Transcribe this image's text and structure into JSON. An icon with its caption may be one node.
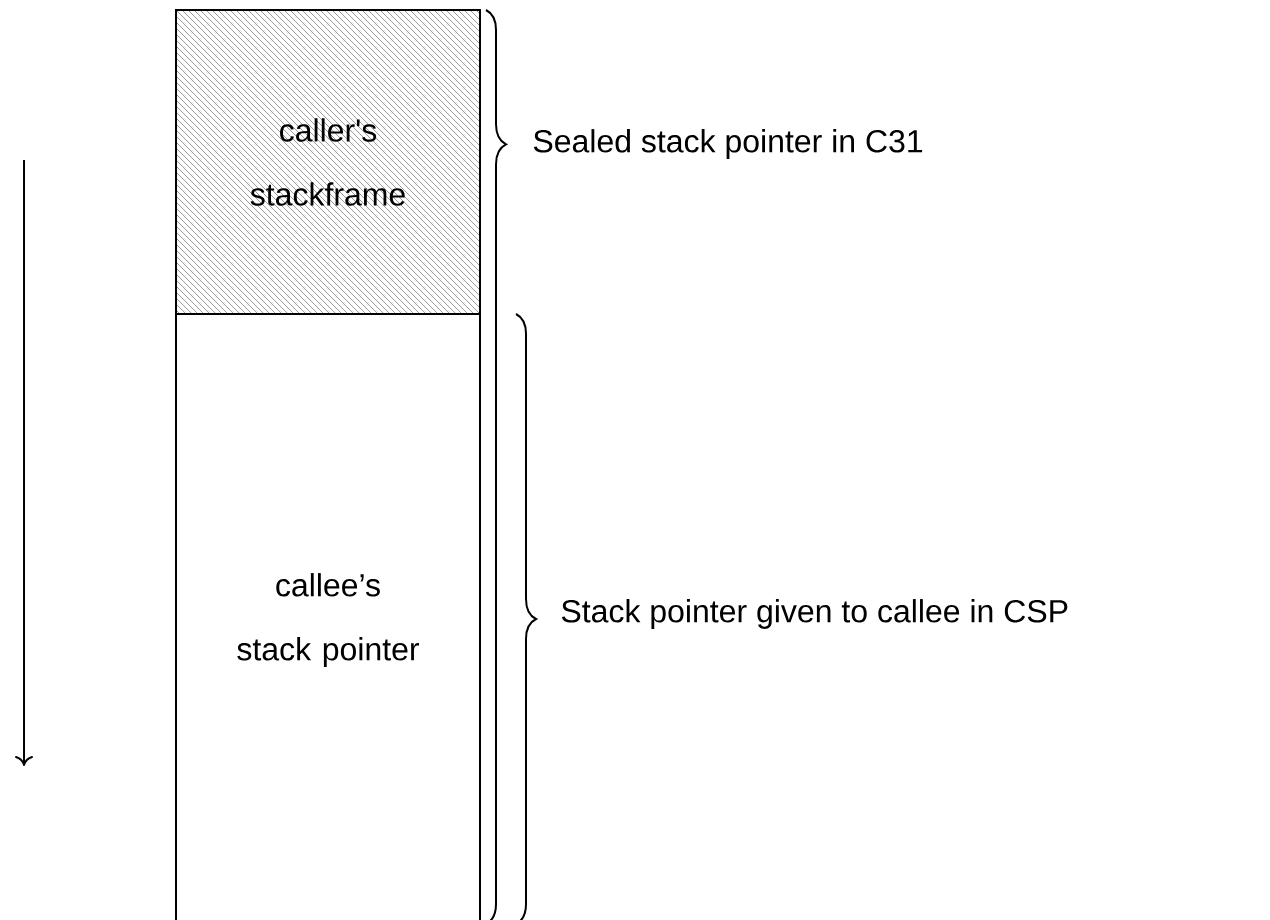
{
  "diagram": {
    "nodes": [
      {
        "text": [
          "caller's stackframe"
        ]
      },
      {
        "text": [
          "callee’s stack pointer"
        ]
      }
    ],
    "labels": [
      "Sealed stack pointer in C31",
      "Stack pointer given to callee in CSP"
    ]
  }
}
